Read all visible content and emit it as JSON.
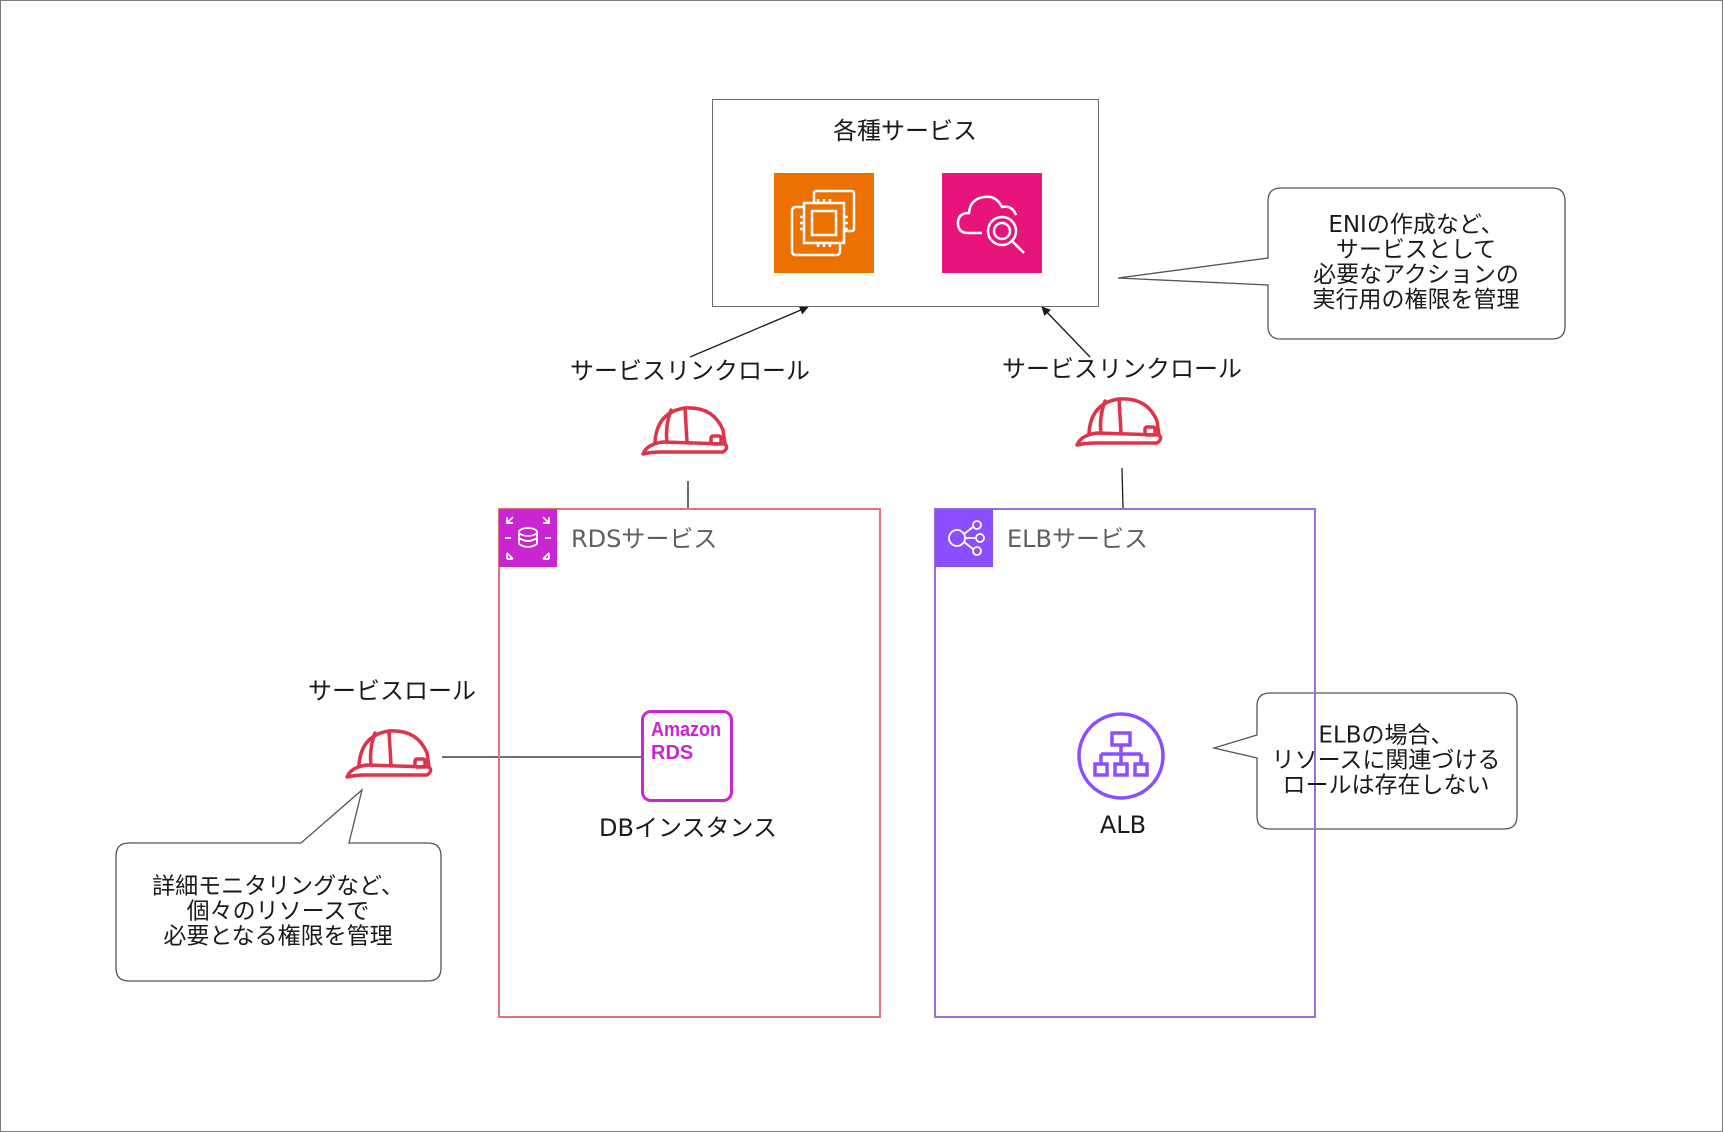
{
  "diagram": {
    "services_box": {
      "title": "各種サービス",
      "icons": [
        "ec2-icon",
        "cloudwatch-icon"
      ]
    },
    "link_role_left": {
      "label": "サービスリンクロール",
      "icon": "helmet-icon"
    },
    "link_role_right": {
      "label": "サービスリンクロール",
      "icon": "helmet-icon"
    },
    "service_role": {
      "label": "サービスロール",
      "icon": "helmet-icon"
    },
    "rds_group": {
      "title": "RDSサービス",
      "badge_icon": "rds-database-icon"
    },
    "elb_group": {
      "title": "ELBサービス",
      "badge_icon": "elb-icon"
    },
    "db_instance": {
      "logo_line1": "Amazon",
      "logo_line2": "RDS",
      "label": "DBインスタンス"
    },
    "alb": {
      "label": "ALB",
      "icon": "alb-icon"
    },
    "callout_eni": {
      "lines": [
        "ENIの作成など、",
        "サービスとして",
        "必要なアクションの",
        "実行用の権限を管理"
      ]
    },
    "callout_elb": {
      "lines": [
        "ELBの場合、",
        "リソースに関連づける",
        "ロールは存在しない"
      ]
    },
    "callout_monitoring": {
      "lines": [
        "詳細モニタリングなど、",
        "個々のリソースで",
        "必要となる権限を管理"
      ]
    },
    "colors": {
      "ec2": "#ED7100",
      "cloudwatch": "#E7157B",
      "rds": "#C925D1",
      "elb": "#8C4FFF",
      "helmet": "#DD344C",
      "rds_border": "#E0737E",
      "elb_border": "#9A6FD8"
    }
  }
}
